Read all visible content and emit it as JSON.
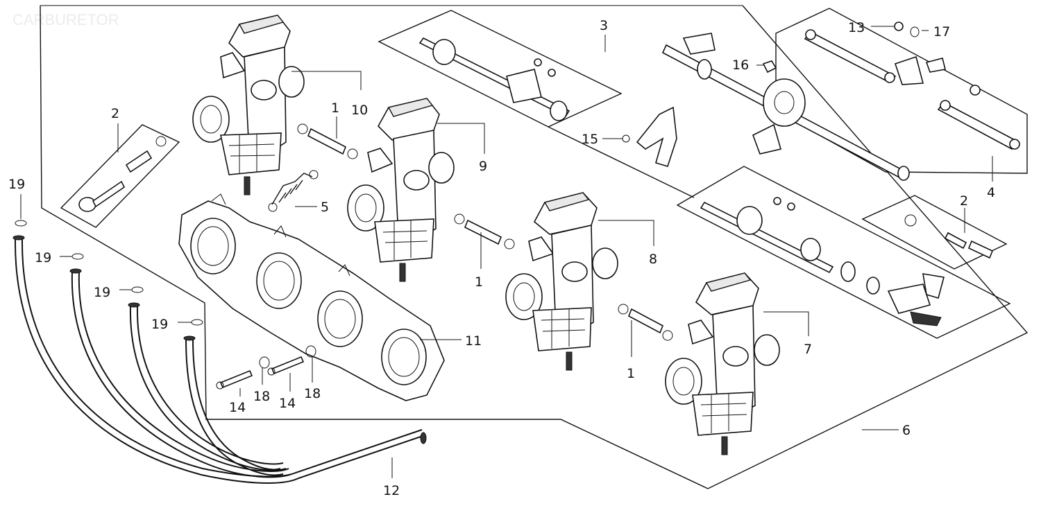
{
  "header": {
    "watermark": "CARBURETOR"
  },
  "callouts": [
    "1",
    "1",
    "1",
    "2",
    "2",
    "3",
    "4",
    "5",
    "6",
    "7",
    "8",
    "9",
    "10",
    "11",
    "12",
    "13",
    "14",
    "14",
    "15",
    "16",
    "17",
    "18",
    "18",
    "19",
    "19",
    "19",
    "19"
  ]
}
